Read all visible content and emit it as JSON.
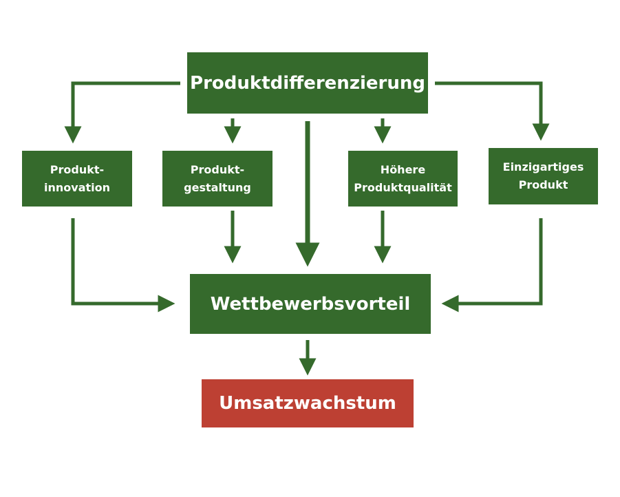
{
  "diagram": {
    "top": {
      "label": "Produktdifferenzierung"
    },
    "factors": [
      {
        "line1": "Produkt-",
        "line2": "innovation"
      },
      {
        "line1": "Produkt-",
        "line2": "gestaltung"
      },
      {
        "line1": "Höhere",
        "line2": "Produktqualität"
      },
      {
        "line1": "Einzigartiges",
        "line2": "Produkt"
      }
    ],
    "middle": {
      "label": "Wettbewerbsvorteil"
    },
    "bottom": {
      "label": "Umsatzwachstum"
    },
    "colors": {
      "box_green": "#356a2c",
      "box_red": "#bd4033",
      "arrow_green": "#356a2c",
      "text": "#ffffff"
    }
  }
}
